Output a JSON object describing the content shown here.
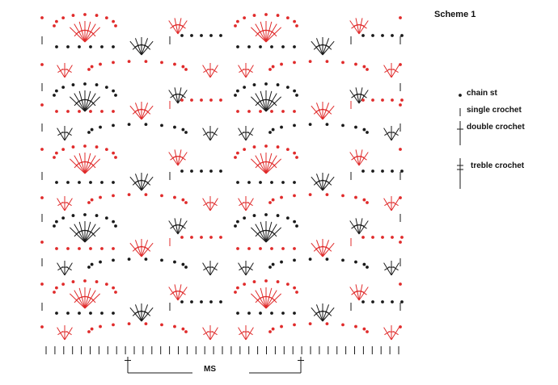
{
  "scheme": {
    "title": "Scheme 1",
    "repeat_label": "MS",
    "colors": {
      "black": "#1a1a1a",
      "red": "#e02b2b"
    }
  },
  "legend": [
    {
      "symbol": "chain-st-symbol",
      "label": "chain st"
    },
    {
      "symbol": "single-crochet-symbol",
      "label": "single crochet"
    },
    {
      "symbol": "double-crochet-symbol",
      "label": "double crochet"
    },
    {
      "symbol": "treble-crochet-symbol",
      "label": "treble crochet"
    }
  ]
}
